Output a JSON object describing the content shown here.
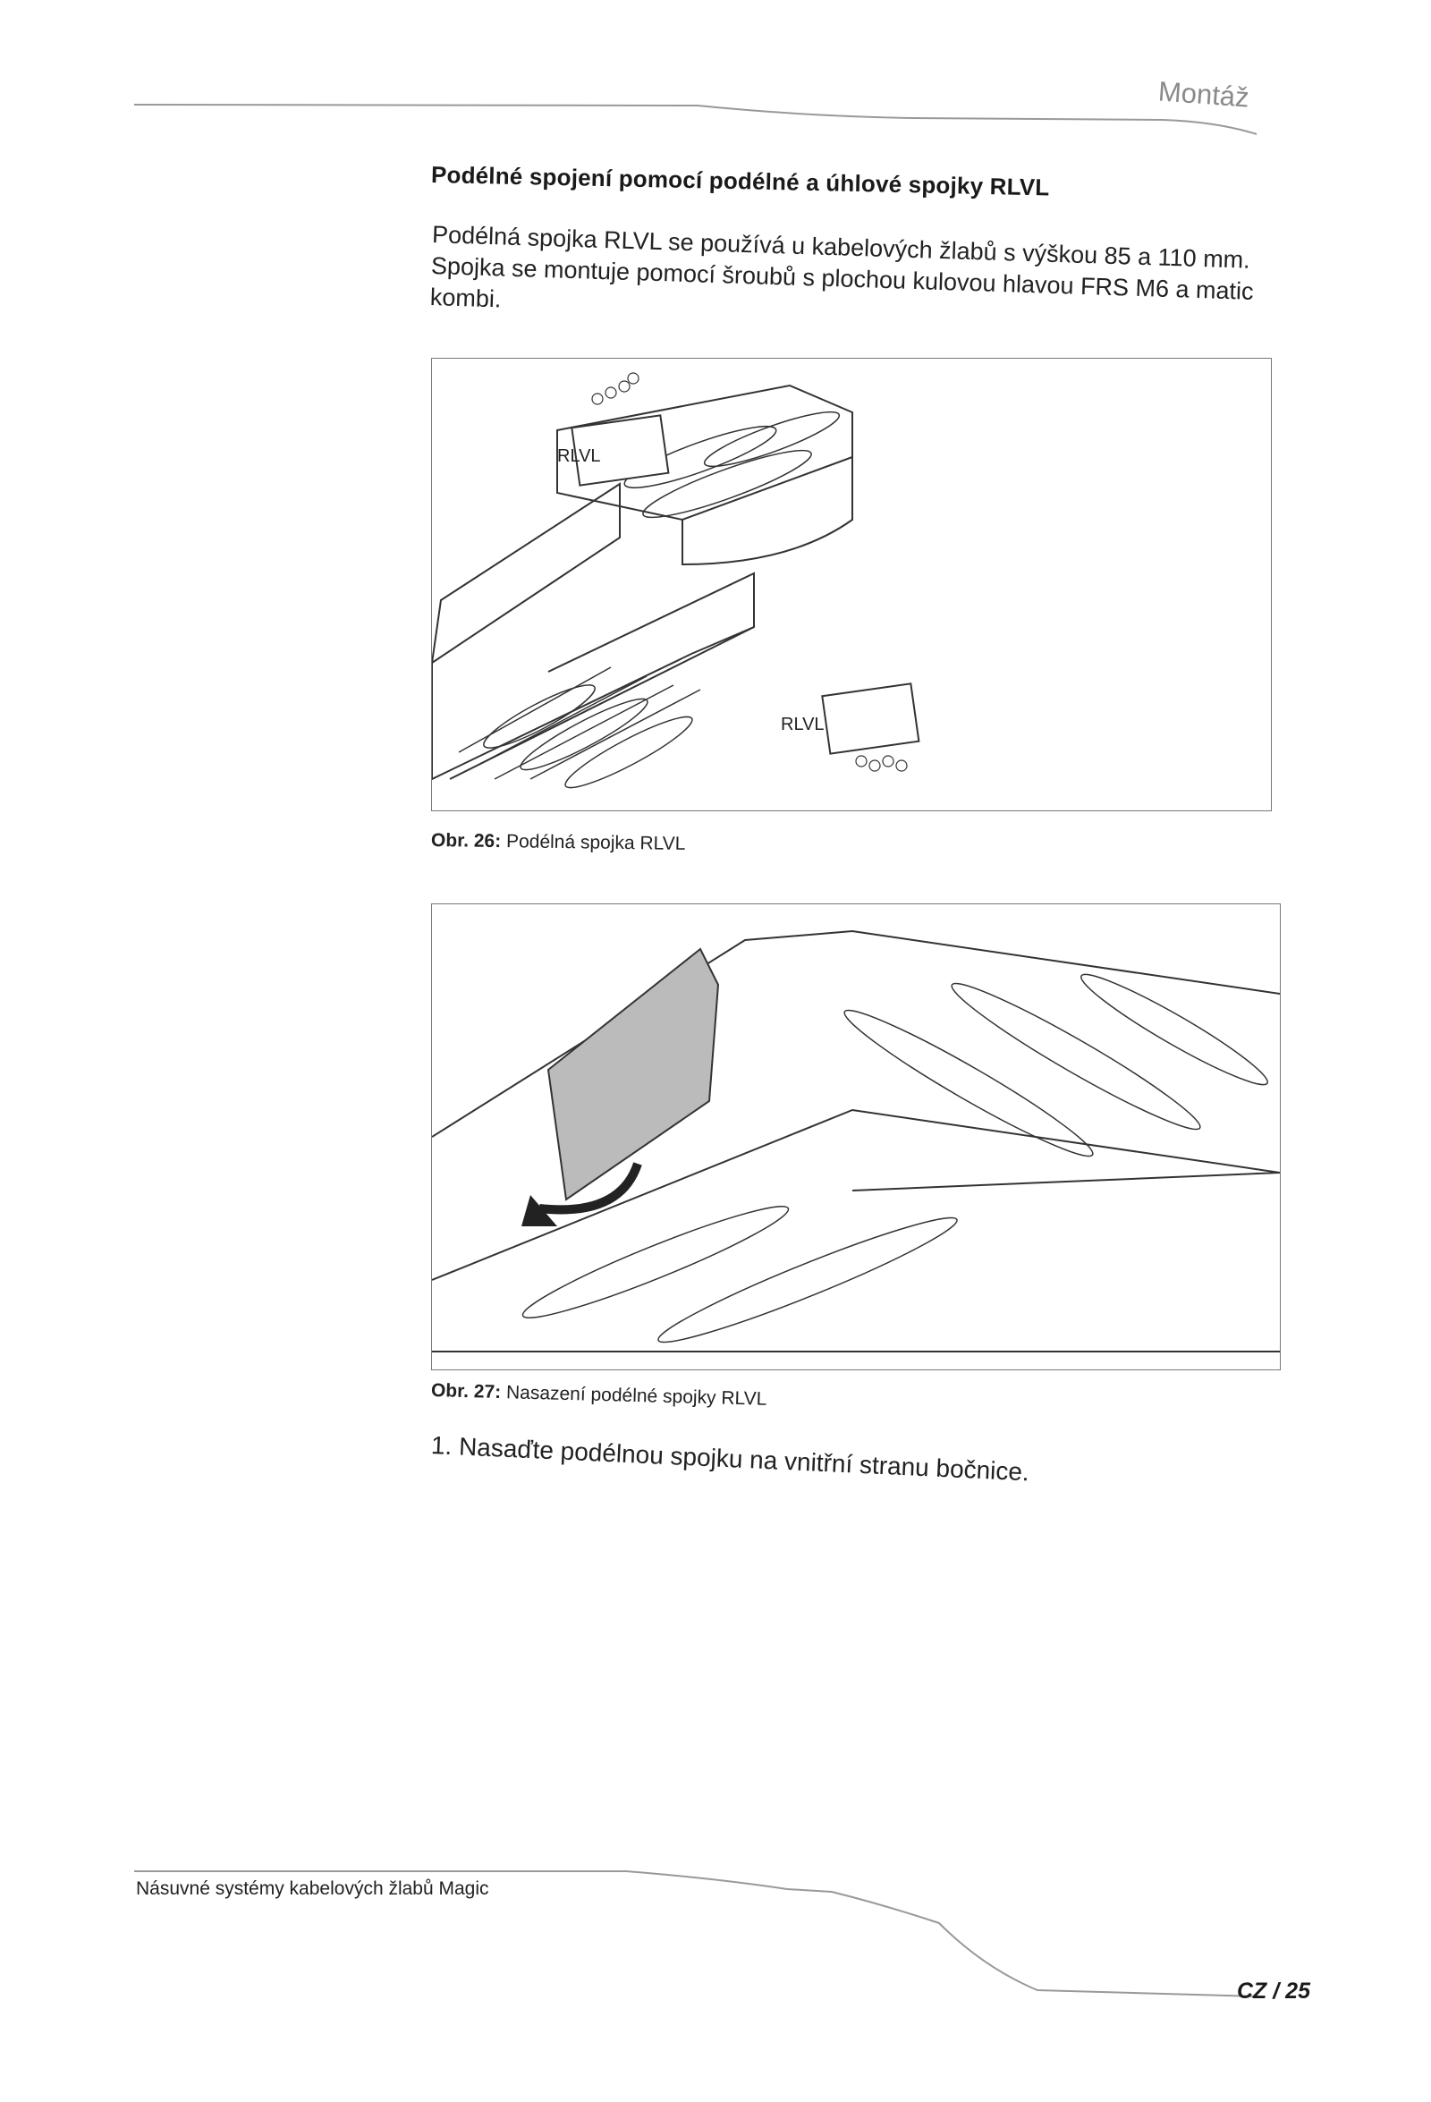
{
  "header": {
    "section": "Montáž"
  },
  "title": "Podélné spojení pomocí podélné a úhlové spojky RLVL",
  "intro": "Podélná spojka RLVL se používá u kabelových žlabů s výškou 85 a 110 mm. Spojka se montuje pomocí šroubů s plochou kulovou hlavou FRS M6 a matic kombi.",
  "figure1": {
    "label_a": "RLVL",
    "label_b": "RLVL",
    "caption_num": "Obr. 26:",
    "caption_text": "Podélná spojka RLVL"
  },
  "figure2": {
    "caption_num": "Obr. 27:",
    "caption_text": "Nasazení podélné spojky RLVL"
  },
  "steps": [
    {
      "num": "1.",
      "text": "Nasaďte podélnou spojku na vnitřní stranu bočnice."
    }
  ],
  "footer": {
    "doc_title": "Násuvné systémy kabelových žlabů Magic",
    "page": "CZ / 25"
  }
}
